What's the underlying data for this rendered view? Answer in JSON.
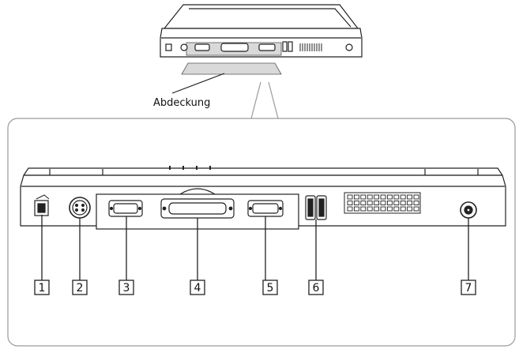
{
  "caption": {
    "cover_label": "Abdeckung"
  },
  "ports": [
    {
      "number": "1"
    },
    {
      "number": "2"
    },
    {
      "number": "3"
    },
    {
      "number": "4"
    },
    {
      "number": "5"
    },
    {
      "number": "6"
    },
    {
      "number": "7"
    }
  ],
  "colors": {
    "line": "#222222",
    "panel_border": "#9a9a9a",
    "gray_fill": "#d9d9d9",
    "background": "#ffffff"
  }
}
